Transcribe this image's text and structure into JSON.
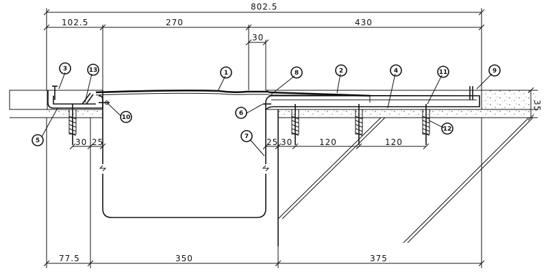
{
  "dimensions": {
    "overall": "802.5",
    "top_left": "102.5",
    "top_middle": "270",
    "top_right": "430",
    "offset": "30",
    "slab_thickness": "35",
    "left_30": "30",
    "left_25": "25",
    "right_25": "25",
    "right_30": "30",
    "spacing_1": "120",
    "spacing_2": "120",
    "bottom_left": "77.5",
    "bottom_middle": "350",
    "bottom_right": "375"
  },
  "callouts": [
    "1",
    "2",
    "3",
    "4",
    "5",
    "6",
    "7",
    "8",
    "9",
    "10",
    "11",
    "12",
    "13"
  ]
}
